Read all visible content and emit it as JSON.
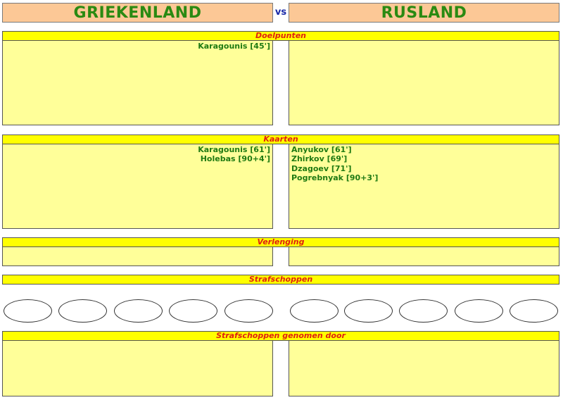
{
  "header": {
    "home_team": "GRIEKENLAND",
    "vs": "vs",
    "away_team": "RUSLAND"
  },
  "sections": {
    "goals_title": "Doelpunten",
    "cards_title": "Kaarten",
    "extra_time_title": "Verlenging",
    "penalties_title": "Strafschoppen",
    "penalties_taken_title": "Strafschoppen genomen door"
  },
  "goals": {
    "home": [
      "Karagounis [45']"
    ],
    "away": []
  },
  "cards": {
    "home": [
      "Karagounis [61']",
      "Holebas [90+4']"
    ],
    "away": [
      "Anyukov [61']",
      "Zhirkov [69']",
      "Dzagoev [71']",
      "Pogrebnyak [90+3']"
    ]
  },
  "colors": {
    "team_bg": "#fcc896",
    "team_text": "#2a8a12",
    "bar_bg": "#ffff00",
    "bar_text": "#e02010",
    "panel_bg": "#ffff99",
    "entry_text": "#1f7a12",
    "vs_text": "#1a2aa8"
  }
}
